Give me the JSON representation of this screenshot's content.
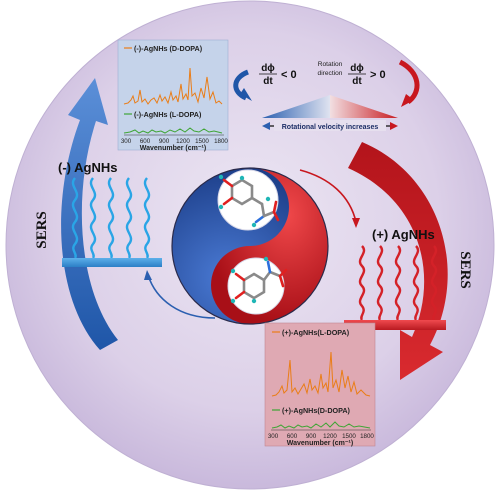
{
  "colors": {
    "circle_fill": "#d9cde6",
    "blue_accent": "#2f6bb5",
    "red_accent": "#c8171e",
    "spectrum_orange": "#ea7d17",
    "spectrum_green": "#3fa535",
    "top_panel_bg": "#c5d3ea",
    "bottom_panel_bg": "#dfa9b3"
  },
  "left_label": "(-) AgNHs",
  "right_label": "(+) AgNHs",
  "sers_left": "SERS",
  "sers_right": "SERS",
  "top_panel": {
    "legend_top": "(-)-AgNHs (D-DOPA)",
    "legend_bottom": "(-)-AgNHs (L-DOPA)",
    "ticks": [
      "300",
      "600",
      "900",
      "1200",
      "1500",
      "1800"
    ],
    "xlabel": "Wavenumber (cm⁻¹)"
  },
  "bottom_panel": {
    "legend_top": "(+)-AgNHs(L-DOPA)",
    "legend_bottom": "(+)-AgNHs(D-DOPA)",
    "ticks": [
      "300",
      "600",
      "900",
      "1200",
      "1500",
      "1800"
    ],
    "xlabel": "Wavenumber (cm⁻¹)"
  },
  "rotation": {
    "lhs_num": "dϕ",
    "lhs_den": "dt",
    "lhs_rel": "< 0",
    "center_line1": "Rotation",
    "center_line2": "direction",
    "rhs_num": "dϕ",
    "rhs_den": "dt",
    "rhs_rel": "> 0",
    "velocity_label": "Rotational velocity increases"
  }
}
